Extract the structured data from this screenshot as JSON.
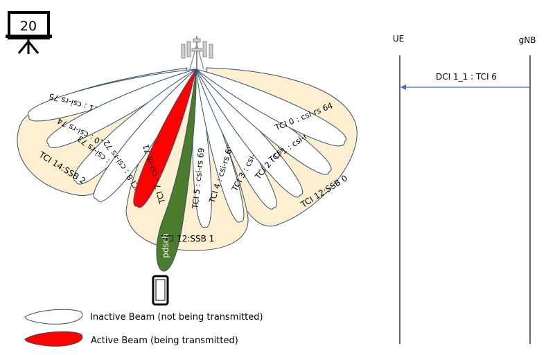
{
  "slide": {
    "number": "20"
  },
  "colors": {
    "ssb_fill": "#fdefcf",
    "beam_stroke": "#33506e",
    "inactive_fill": "#ffffff",
    "active_fill": "#ff0000",
    "pdsch_fill": "#4b7c2c",
    "arrow": "#3a6fc4"
  },
  "ssb_beams": [
    {
      "label": "TCI 14:SSB 2"
    },
    {
      "label": "TCI 12:SSB 1"
    },
    {
      "label": "TCI 12:SSB 0"
    }
  ],
  "csi_beams": [
    {
      "label": "TCI 11 : csi-rs 75",
      "state": "inactive"
    },
    {
      "label": "TCI 10 : csi-rs 74",
      "state": "inactive"
    },
    {
      "label": "TCI 9 : csi-rs 73",
      "state": "inactive"
    },
    {
      "label": "TCI 8 : csi-rs 72",
      "state": "inactive"
    },
    {
      "label": "TCI 7 : csi-rs 71",
      "state": "active"
    },
    {
      "label": "TCI 5 : csi-rs 69",
      "state": "inactive"
    },
    {
      "label": "TCI 4 : csi-rs 68",
      "state": "inactive"
    },
    {
      "label": "TCI 3 : csi-rs 67",
      "state": "inactive"
    },
    {
      "label": "TCI 2 : csi-rs 66",
      "state": "inactive"
    },
    {
      "label": "TCI 1 : csi-rs 65",
      "state": "inactive"
    },
    {
      "label": "TCI 0 : csi-rs 64",
      "state": "inactive"
    }
  ],
  "pdsch": {
    "label": "pdsch"
  },
  "legend": {
    "inactive": "Inactive Beam (not being  transmitted)",
    "active": "Active Beam (being  transmitted)"
  },
  "sequence": {
    "ue_label": "UE",
    "gnb_label": "gNB",
    "message": "DCI 1_1 : TCI 6"
  },
  "icons": {
    "slide": "presentation-board-icon",
    "tower": "cell-tower-icon",
    "phone": "smartphone-icon"
  }
}
